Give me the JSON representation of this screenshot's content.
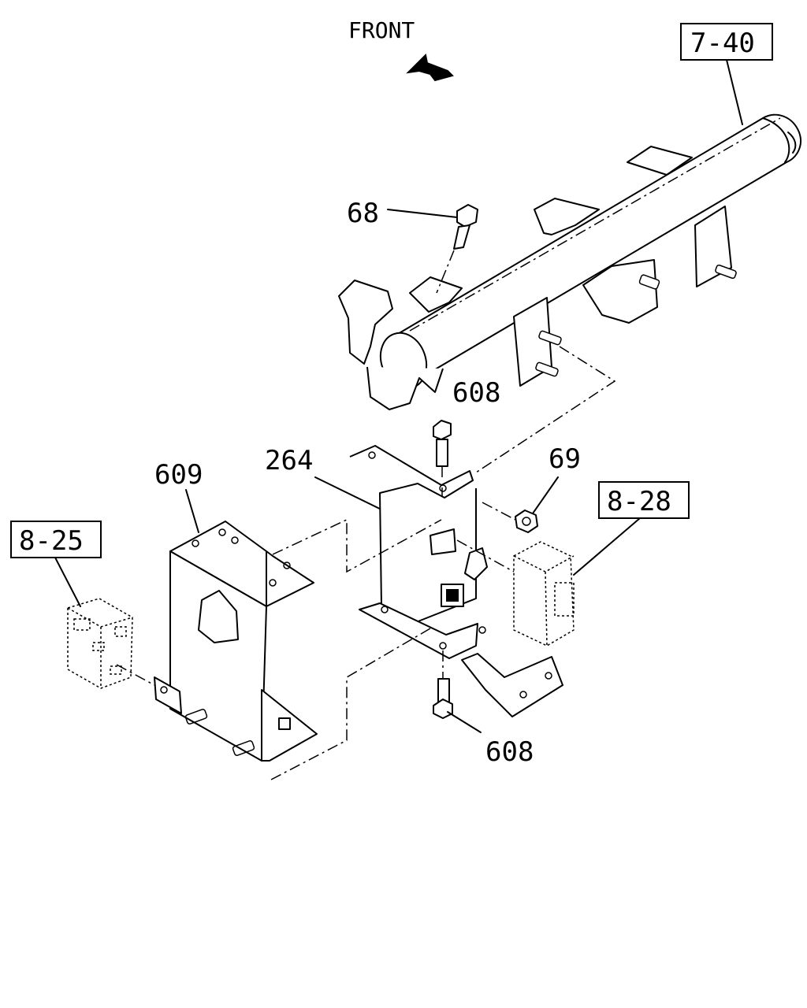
{
  "orientation": {
    "label": "FRONT"
  },
  "callouts": {
    "ref_7_40": "7-40",
    "part_68": "68",
    "part_608_top": "608",
    "part_264": "264",
    "part_69": "69",
    "ref_8_28": "8-28",
    "part_609": "609",
    "ref_8_25": "8-25",
    "part_608_bottom": "608"
  }
}
